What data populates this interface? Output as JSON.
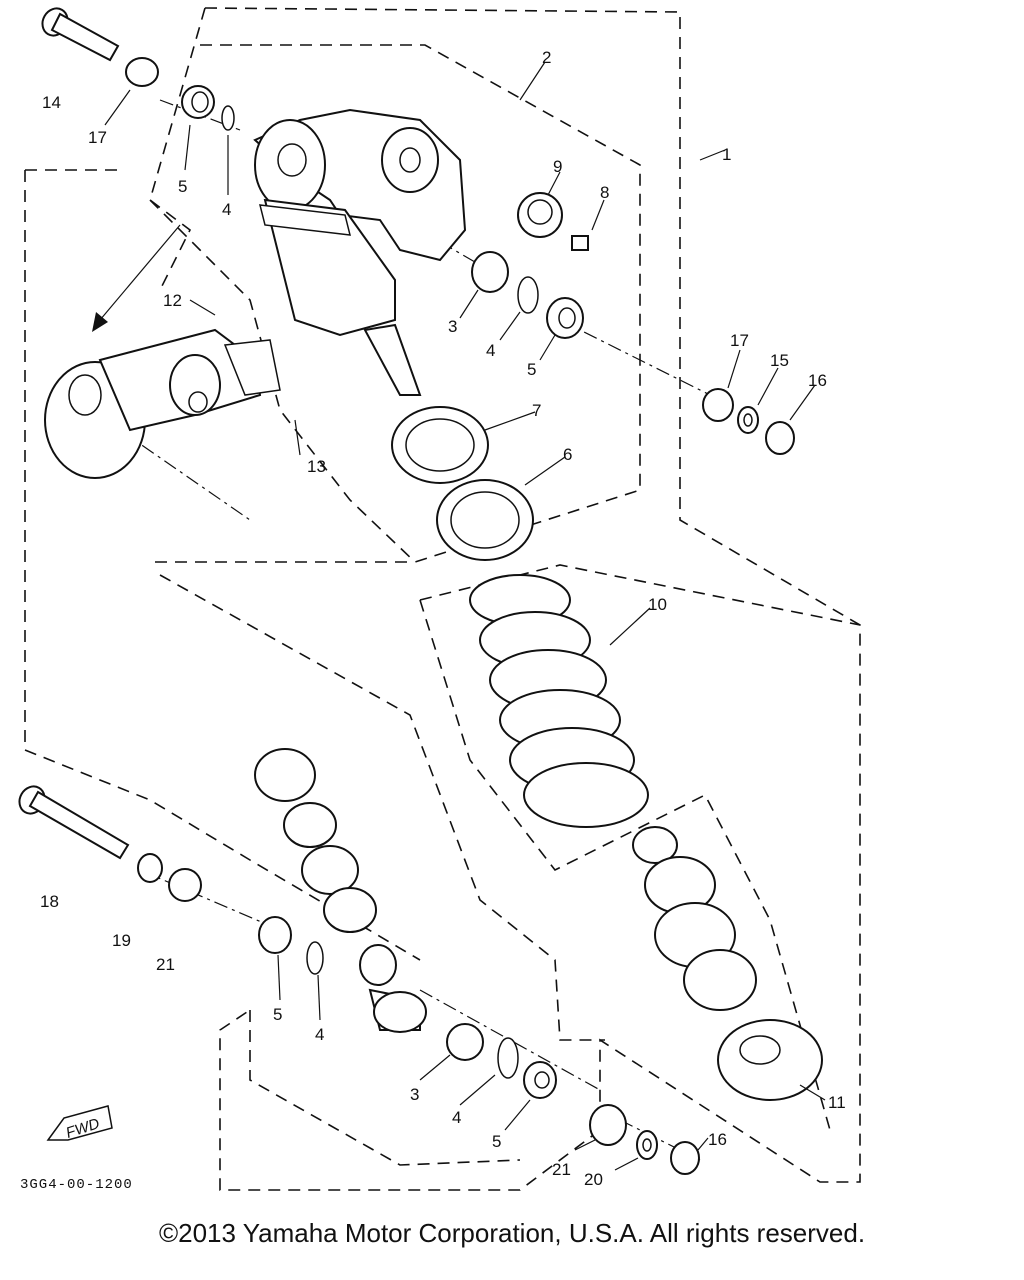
{
  "diagram_code": "3GG4-00-1200",
  "fwd_label": "FWD",
  "copyright": "©2013 Yamaha Motor Corporation, U.S.A. All rights reserved.",
  "callouts": {
    "c1": "1",
    "c2": "2",
    "c3a": "3",
    "c3b": "3",
    "c4a": "4",
    "c4b": "4",
    "c4c": "4",
    "c4d": "4",
    "c5a": "5",
    "c5b": "5",
    "c5c": "5",
    "c5d": "5",
    "c6": "6",
    "c7": "7",
    "c8": "8",
    "c9": "9",
    "c10": "10",
    "c11": "11",
    "c12": "12",
    "c13": "13",
    "c14": "14",
    "c15": "15",
    "c16a": "16",
    "c16b": "16",
    "c17a": "17",
    "c17b": "17",
    "c18": "18",
    "c19": "19",
    "c20": "20",
    "c21a": "21",
    "c21b": "21"
  }
}
